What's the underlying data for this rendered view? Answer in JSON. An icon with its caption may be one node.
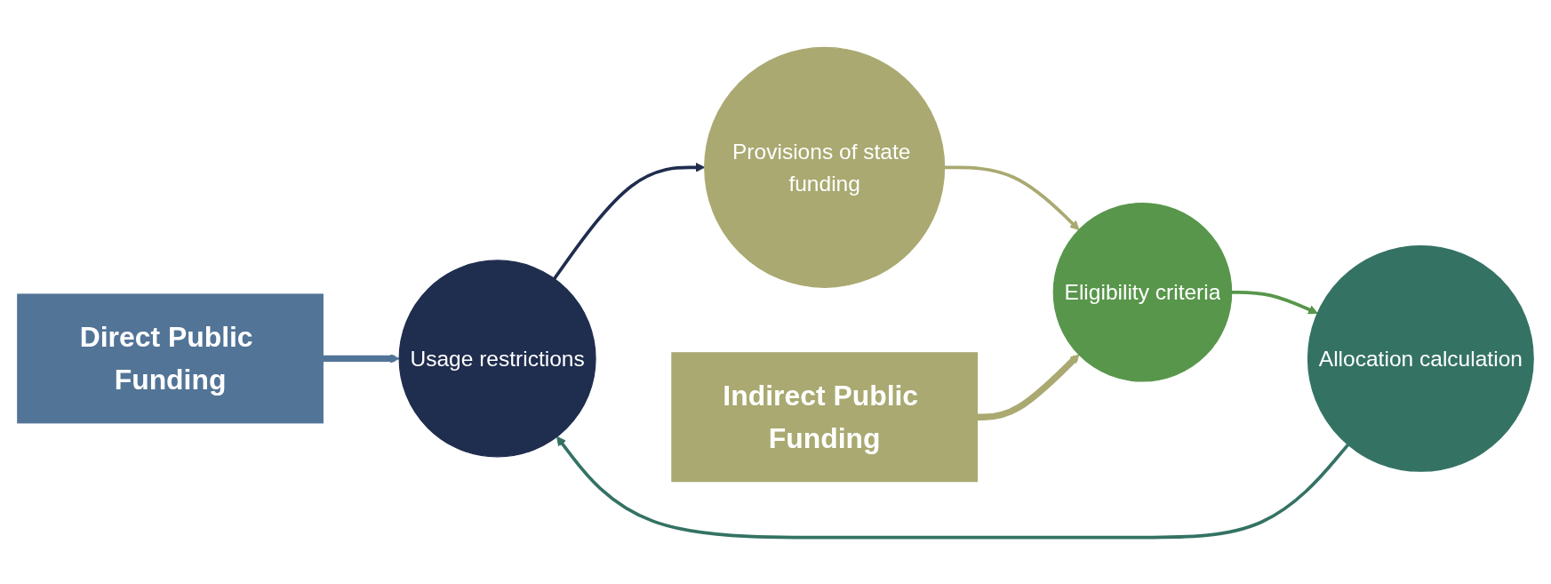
{
  "diagram": {
    "nodes": [
      {
        "text": [
          "Direct Public Funding"
        ]
      },
      {
        "text": [
          "Provisions of state funding"
        ]
      },
      {
        "text": [
          "Usage restrictions"
        ]
      },
      {
        "text": [
          "Eligibility criteria"
        ]
      },
      {
        "text": [
          "Allocation calculation"
        ]
      },
      {
        "text": [
          "Indirect Public Funding"
        ]
      }
    ],
    "edges": [
      {
        "from": 0,
        "to": 2,
        "arrow": "to",
        "style": "thick",
        "color": "#527497"
      },
      {
        "from": 2,
        "to": 1,
        "arrow": "to",
        "color": "#1f2d4e"
      },
      {
        "from": 1,
        "to": 3,
        "arrow": "to",
        "color": "#a9a971"
      },
      {
        "from": 3,
        "to": 4,
        "arrow": "to",
        "color": "#58964b"
      },
      {
        "from": 4,
        "to": 2,
        "arrow": "to",
        "color": "#347264"
      },
      {
        "from": 5,
        "to": 3,
        "arrow": "to",
        "style": "thick",
        "color": "#a9a971"
      }
    ]
  }
}
